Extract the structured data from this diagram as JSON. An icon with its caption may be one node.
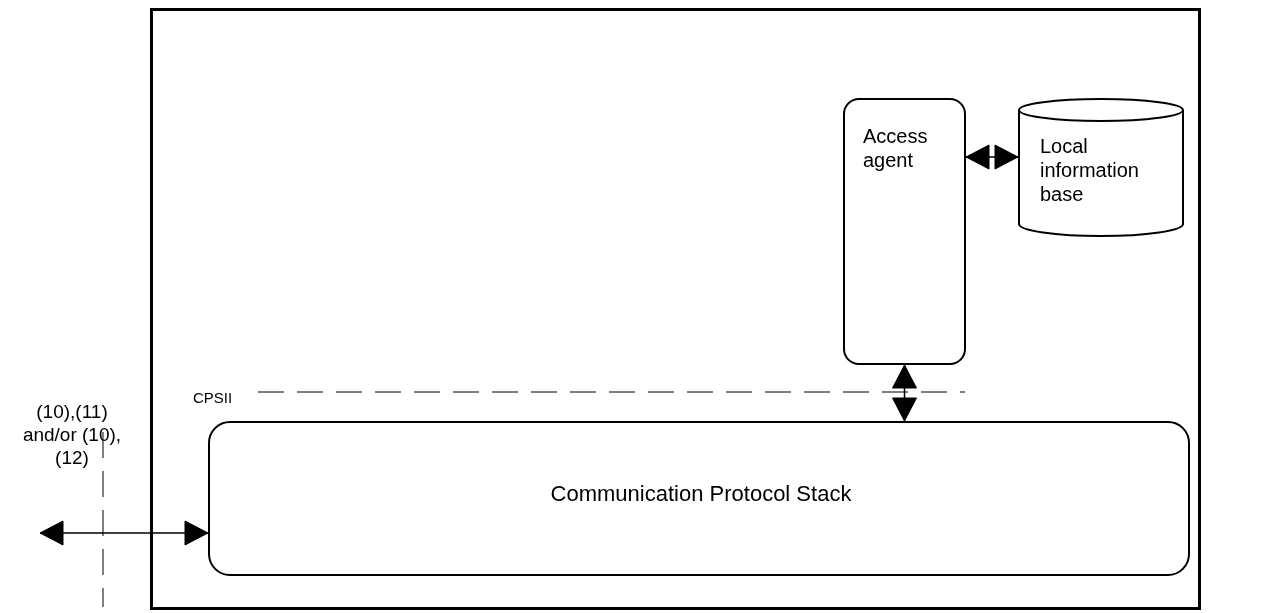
{
  "diagram": {
    "nodes": [
      {
        "text": [],
        "shape": "box"
      },
      {
        "text": [
          "Access agent"
        ],
        "in": 0
      },
      {
        "text": [
          "Local information base"
        ],
        "in": 0
      },
      {
        "text": [
          "Communication Protocol Stack"
        ],
        "in": 0
      }
    ],
    "edges": [
      {
        "from": 1,
        "to": 2,
        "arrow": "both"
      },
      {
        "from": 1,
        "to": 3,
        "arrow": "both"
      },
      {
        "from": null,
        "to": 3,
        "arrow": "both"
      }
    ],
    "labels": [
      "CPSII",
      "(10),(11) and/or (10),(12)"
    ]
  }
}
